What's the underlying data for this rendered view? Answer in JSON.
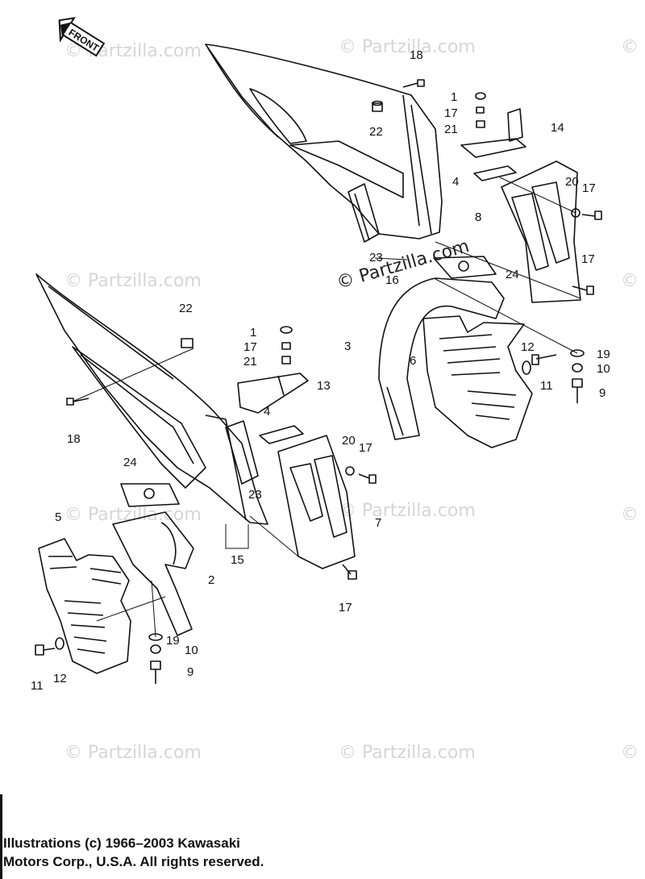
{
  "front_badge": "FRONT",
  "watermarks": {
    "text": "© Partzilla.com",
    "prominent": "© Partzilla.com"
  },
  "copyright": {
    "line1": "Illustrations (c) 1966–2003 Kawasaki",
    "line2": "Motors Corp., U.S.A.  All rights reserved."
  },
  "callouts": {
    "c18a": "18",
    "c22a": "22",
    "c1a": "1",
    "c17a": "17",
    "c21a": "21",
    "c14": "14",
    "c4a": "4",
    "c20a": "20",
    "c17b": "17",
    "c8": "8",
    "c17c": "17",
    "c23a": "23",
    "c16": "16",
    "c24a": "24",
    "c3": "3",
    "c6": "6",
    "c12a": "12",
    "c11a": "11",
    "c19a": "19",
    "c10a": "10",
    "c9a": "9",
    "c22b": "22",
    "c18b": "18",
    "c1b": "1",
    "c17d": "17",
    "c21b": "21",
    "c13": "13",
    "c4b": "4",
    "c20b": "20",
    "c17e": "17",
    "c23b": "23",
    "c24b": "24",
    "c5": "5",
    "c7": "7",
    "c15": "15",
    "c2": "2",
    "c19b": "19",
    "c10b": "10",
    "c9b": "9",
    "c11b": "11",
    "c12b": "12",
    "c17f": "17"
  },
  "colors": {
    "line": "#111111",
    "watermark": "#d6d6d6"
  }
}
